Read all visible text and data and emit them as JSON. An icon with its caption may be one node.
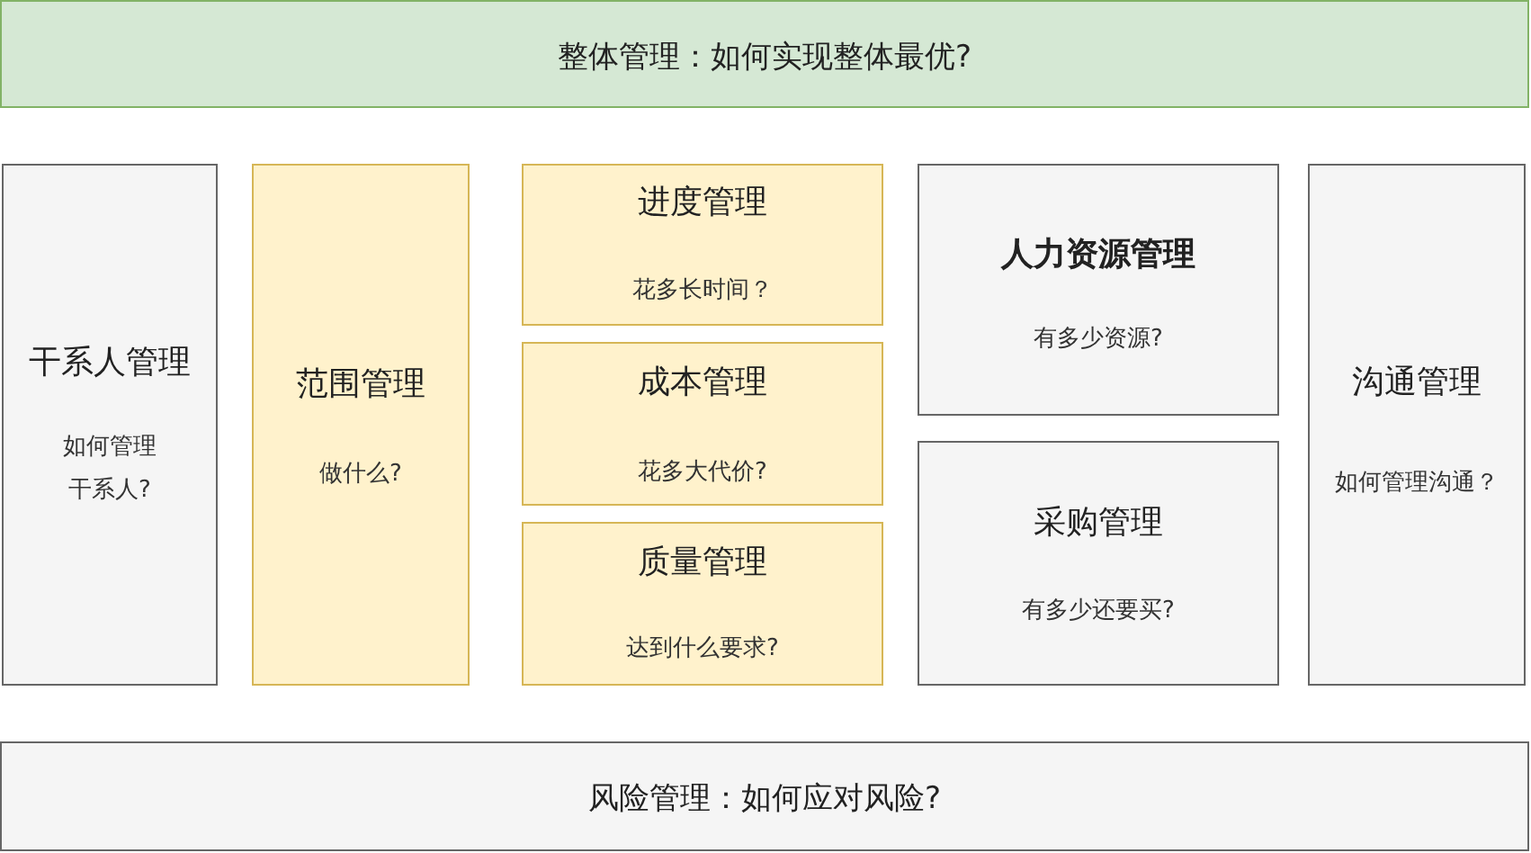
{
  "diagram": {
    "nodes": [
      {
        "text": [
          "整体管理：如何实现整体最优?"
        ]
      },
      {
        "text": [
          "干系人管理",
          "如何管理干系人?"
        ]
      },
      {
        "text": [
          "范围管理",
          "做什么?"
        ]
      },
      {
        "text": [
          "进度管理",
          "花多长时间？"
        ]
      },
      {
        "text": [
          "成本管理",
          "花多大代价?"
        ]
      },
      {
        "text": [
          "质量管理",
          "达到什么要求?"
        ]
      },
      {
        "text": [
          "人力资源管理",
          "有多少资源?"
        ]
      },
      {
        "text": [
          "采购管理",
          "有多少还要买?"
        ]
      },
      {
        "text": [
          "沟通管理",
          "如何管理沟通？"
        ]
      },
      {
        "text": [
          "风险管理：如何应对风险?"
        ]
      }
    ]
  }
}
